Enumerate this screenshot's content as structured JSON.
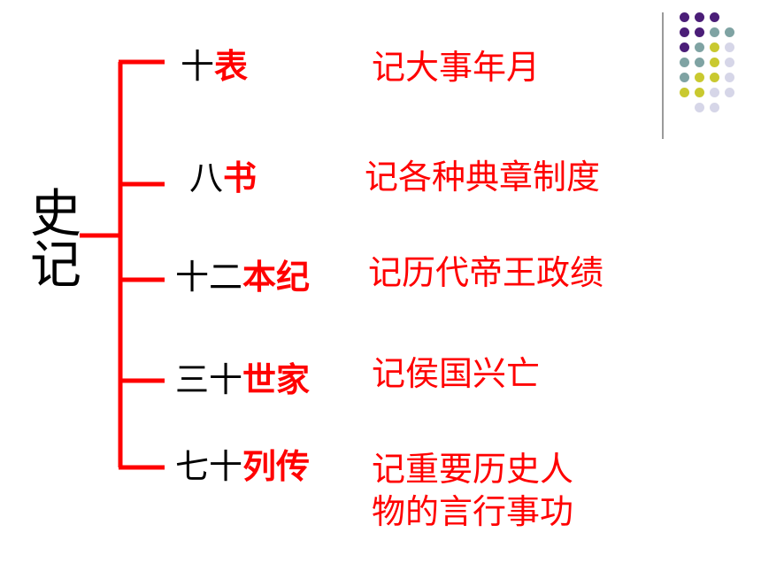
{
  "root": {
    "label": "史记"
  },
  "branches": [
    {
      "prefix": "十",
      "emphasis": "表",
      "description": [
        "记大事年月"
      ]
    },
    {
      "prefix": "八",
      "emphasis": "书",
      "description": [
        "记各种典章制度"
      ]
    },
    {
      "prefix": "十二",
      "emphasis": "本纪",
      "description": [
        "记历代帝王政绩"
      ]
    },
    {
      "prefix": "三十",
      "emphasis": "世家",
      "description": [
        "记侯国兴亡"
      ]
    },
    {
      "prefix": "七十",
      "emphasis": "列传",
      "description": [
        "记重要历史人",
        "物的言行事功"
      ]
    }
  ],
  "colors": {
    "accent_red": "#ff0000",
    "text_black": "#000000",
    "dot_purple": "#4b1e78",
    "dot_teal": "#7fa3a3",
    "dot_olive": "#c9c930",
    "dot_lavender": "#d6d6e8"
  },
  "decoration": {
    "dot_grid": [
      [
        "purple",
        "purple",
        "purple",
        null
      ],
      [
        "purple",
        "purple",
        "teal",
        "teal"
      ],
      [
        "purple",
        "teal",
        "olive",
        "lavender"
      ],
      [
        "teal",
        "teal",
        "olive",
        "lavender"
      ],
      [
        "teal",
        "olive",
        "olive",
        "lavender"
      ],
      [
        "olive",
        "olive",
        "lavender",
        "lavender"
      ],
      [
        null,
        "lavender",
        "lavender",
        null
      ]
    ]
  }
}
